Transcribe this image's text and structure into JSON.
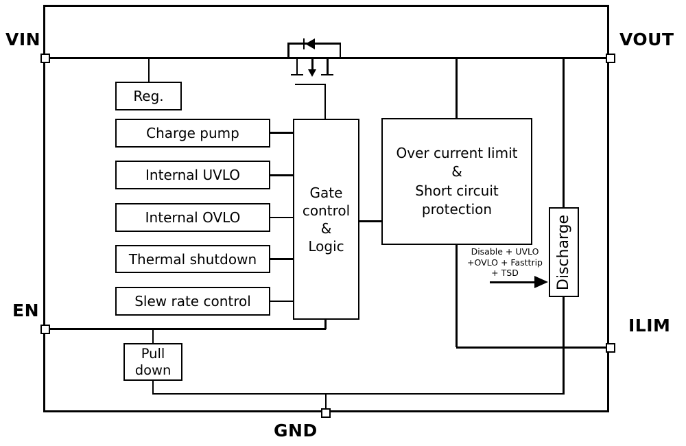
{
  "pins": {
    "vin": {
      "label": "VIN"
    },
    "vout": {
      "label": "VOUT"
    },
    "en": {
      "label": "EN"
    },
    "ilim": {
      "label": "ILIM"
    },
    "gnd": {
      "label": "GND"
    }
  },
  "blocks": {
    "reg": {
      "label": "Reg."
    },
    "charge_pump": {
      "label": "Charge pump"
    },
    "internal_uvlo": {
      "label": "Internal UVLO"
    },
    "internal_ovlo": {
      "label": "Internal OVLO"
    },
    "thermal_shutdown": {
      "label": "Thermal shutdown"
    },
    "slew_rate": {
      "label": "Slew rate control"
    },
    "gate_control": {
      "label": "Gate\ncontrol\n&\nLogic"
    },
    "over_current": {
      "label": "Over current limit\n&\nShort circuit protection"
    },
    "discharge": {
      "label": "Discharge"
    },
    "pull_down": {
      "label": "Pull\ndown"
    }
  },
  "annotation": {
    "label": "Disable + UVLO\n+OVLO + Fasttrip\n+ TSD"
  },
  "symbols": {
    "pass_fet": "p-channel MOSFET with body diode",
    "discharge_arrow": "arrow into discharge block"
  },
  "colors": {
    "line": "#000000",
    "background": "#ffffff"
  }
}
